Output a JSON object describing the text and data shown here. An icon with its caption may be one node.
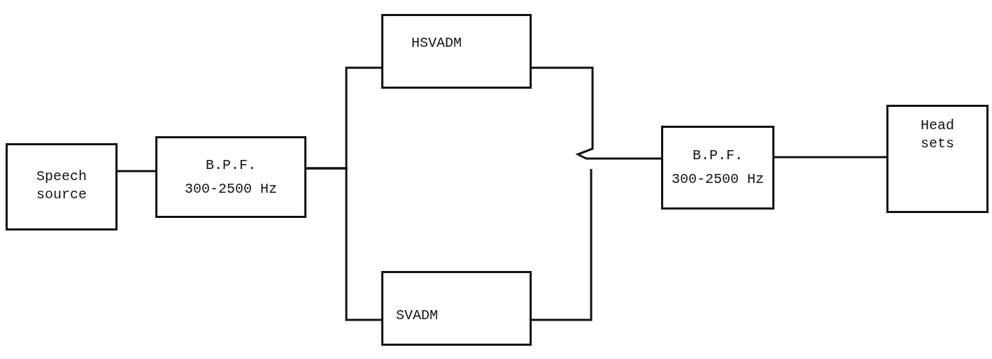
{
  "diagram": {
    "nodes": [
      {
        "text": [
          "Speech source"
        ]
      },
      {
        "text": [
          "B.P.F.",
          "300-2500 Hz"
        ]
      },
      {
        "text": [
          "HSVADM"
        ]
      },
      {
        "text": [
          "SVADM"
        ]
      },
      {
        "text": [
          "B.P.F.",
          "300-2500 Hz"
        ]
      },
      {
        "text": [
          "Head sets"
        ]
      }
    ],
    "edges": [
      {
        "from": 0,
        "to": 1,
        "arrow": "none"
      },
      {
        "from": 1,
        "to": 2,
        "arrow": "none"
      },
      {
        "from": 1,
        "to": 3,
        "arrow": "none"
      },
      {
        "from": 2,
        "to": 4,
        "arrow": "none"
      },
      {
        "from": 3,
        "to": null,
        "arrow": "none"
      },
      {
        "from": 4,
        "to": 5,
        "arrow": "none"
      }
    ]
  }
}
